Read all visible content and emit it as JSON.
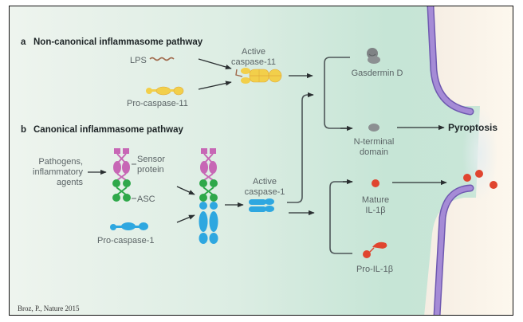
{
  "panel_a": {
    "letter": "a",
    "title": "Non-canonical inflammasome pathway",
    "lps_label": "LPS",
    "pro_caspase11_label": "Pro-caspase-11",
    "active_caspase11_label_line1": "Active",
    "active_caspase11_label_line2": "caspase-11"
  },
  "panel_b": {
    "letter": "b",
    "title": "Canonical inflammasome pathway",
    "pathogens_label_line1": "Pathogens,",
    "pathogens_label_line2": "inflammatory",
    "pathogens_label_line3": "agents",
    "sensor_label_line1": "Sensor",
    "sensor_label_line2": "protein",
    "asc_label": "ASC",
    "pro_caspase1_label": "Pro-caspase-1",
    "active_caspase1_label_line1": "Active",
    "active_caspase1_label_line2": "caspase-1"
  },
  "outputs": {
    "gasdermin_label": "Gasdermin D",
    "nterminal_label_line1": "N-terminal",
    "nterminal_label_line2": "domain",
    "pyroptosis_label": "Pyroptosis",
    "mature_il1b_line1": "Mature",
    "mature_il1b_line2": "IL-1β",
    "pro_il1b_label": "Pro-IL-1β"
  },
  "citation": "Broz, P., Nature 2015",
  "colors": {
    "caspase11": "#f2cf4a",
    "caspase11_edge": "#e0a93a",
    "lps": "#a0684a",
    "sensor": "#c767b5",
    "asc": "#2fa84a",
    "caspase1": "#2ea7e0",
    "gasdermin": "#7f8385",
    "il1b": "#e0452f",
    "membrane": "#a58bd6",
    "membrane_edge": "#6f59b0",
    "extracellular": "#fbf4e9"
  }
}
